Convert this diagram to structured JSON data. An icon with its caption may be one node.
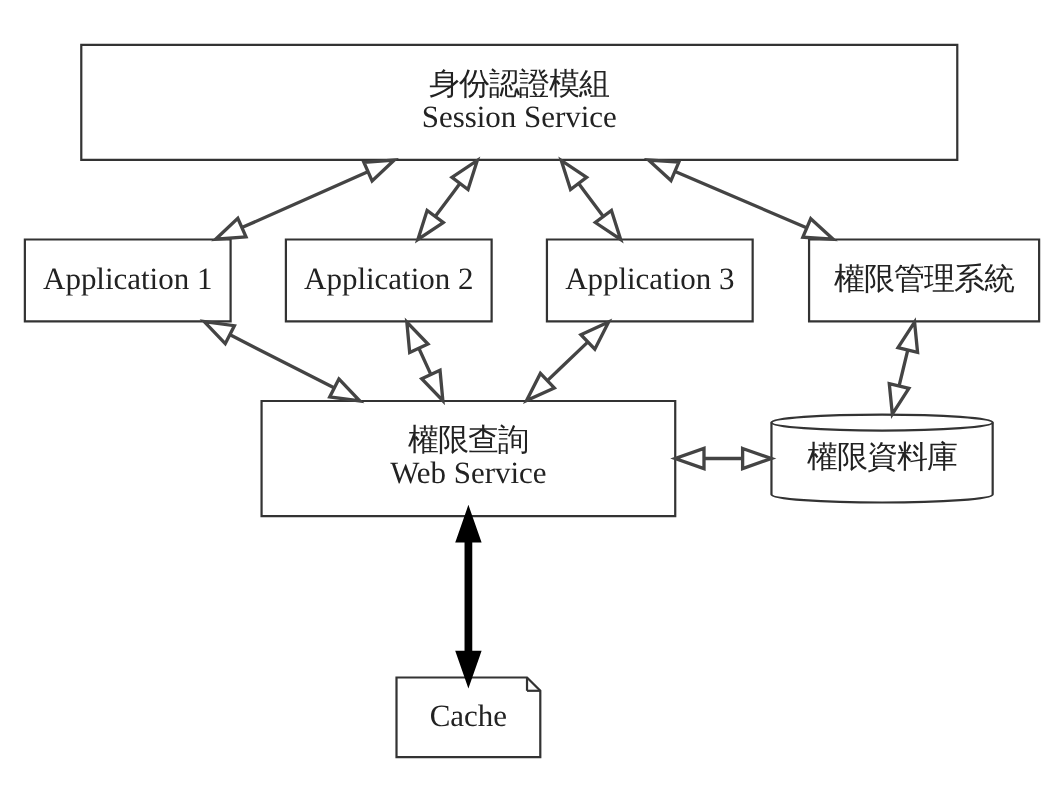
{
  "diagram": {
    "nodes": [
      {
        "text": [
          "身份認證模組",
          "Session Service"
        ]
      },
      {
        "text": [
          "Application 1"
        ]
      },
      {
        "text": [
          "Application 2"
        ]
      },
      {
        "text": [
          "Application 3"
        ]
      },
      {
        "text": [
          "權限管理系統"
        ]
      },
      {
        "text": [
          "權限查詢",
          "Web Service"
        ]
      },
      {
        "text": [
          "權限資料庫"
        ]
      },
      {
        "text": [
          "Cache"
        ]
      }
    ],
    "edges": [
      {
        "from": 0,
        "to": 1,
        "arrow": "both"
      },
      {
        "from": 0,
        "to": 2,
        "arrow": "both"
      },
      {
        "from": 0,
        "to": 3,
        "arrow": "both"
      },
      {
        "from": 0,
        "to": 4,
        "arrow": "both"
      },
      {
        "from": 1,
        "to": 5,
        "arrow": "both"
      },
      {
        "from": 2,
        "to": 5,
        "arrow": "both"
      },
      {
        "from": 3,
        "to": 5,
        "arrow": "both"
      },
      {
        "from": 4,
        "to": 6,
        "arrow": "both"
      },
      {
        "from": 5,
        "to": 6,
        "arrow": "both"
      },
      {
        "from": 5,
        "to": 7,
        "arrow": "both",
        "style": "thick"
      }
    ]
  }
}
